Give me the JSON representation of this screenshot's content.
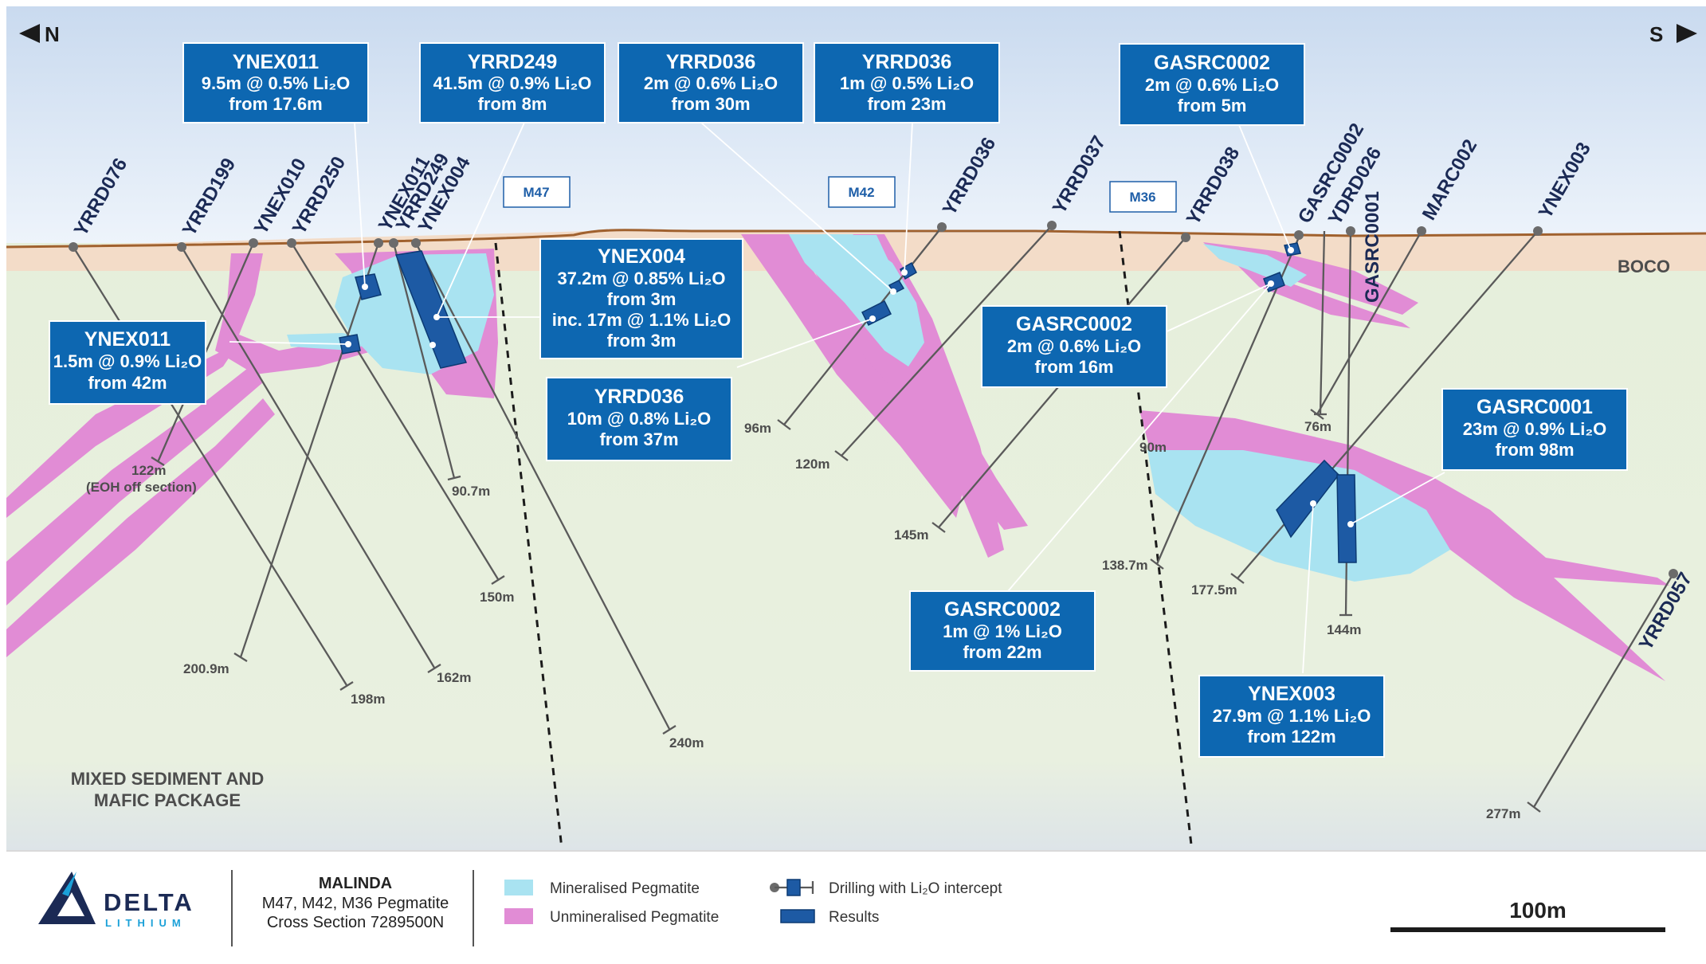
{
  "compass": {
    "north": "N",
    "south": "S"
  },
  "regolith_label": "BOCO",
  "geology_label": [
    "MIXED SEDIMENT AND",
    "MAFIC PACKAGE"
  ],
  "zone_labels": [
    "M47",
    "M42",
    "M36"
  ],
  "drill_holes": [
    {
      "name": "YRRD076"
    },
    {
      "name": "YRRD199"
    },
    {
      "name": "YNEX010"
    },
    {
      "name": "YRRD250"
    },
    {
      "name": "YNEX011"
    },
    {
      "name": "YRRD249"
    },
    {
      "name": "YNEX004"
    },
    {
      "name": "YRRD036"
    },
    {
      "name": "YRRD037"
    },
    {
      "name": "YRRD038"
    },
    {
      "name": "GASRC0002"
    },
    {
      "name": "YDRD026"
    },
    {
      "name": "GASRC0001"
    },
    {
      "name": "MARC002"
    },
    {
      "name": "YNEX003"
    },
    {
      "name": "YRRD057"
    }
  ],
  "depths": [
    "122m",
    "(EOH off section)",
    "90.7m",
    "150m",
    "200.9m",
    "162m",
    "198m",
    "240m",
    "96m",
    "120m",
    "145m",
    "90m",
    "76m",
    "138.7m",
    "177.5m",
    "144m",
    "277m"
  ],
  "callouts": [
    {
      "hole": "YNEX011",
      "lines": [
        "9.5m @ 0.5% Li₂O",
        "from 17.6m"
      ]
    },
    {
      "hole": "YRRD249",
      "lines": [
        "41.5m @ 0.9% Li₂O",
        "from 8m"
      ]
    },
    {
      "hole": "YRRD036",
      "lines": [
        "2m @ 0.6% Li₂O",
        "from 30m"
      ]
    },
    {
      "hole": "YRRD036",
      "lines": [
        "1m @ 0.5% Li₂O",
        "from 23m"
      ]
    },
    {
      "hole": "GASRC0002",
      "lines": [
        "2m @ 0.6% Li₂O",
        "from 5m"
      ]
    },
    {
      "hole": "YNEX011",
      "lines": [
        "1.5m @ 0.9% Li₂O",
        "from 42m"
      ]
    },
    {
      "hole": "YNEX004",
      "lines": [
        "37.2m @ 0.85% Li₂O",
        "from 3m",
        "inc. 17m @ 1.1% Li₂O",
        "from 3m"
      ]
    },
    {
      "hole": "YRRD036",
      "lines": [
        "10m @ 0.8% Li₂O",
        "from 37m"
      ]
    },
    {
      "hole": "GASRC0002",
      "lines": [
        "2m @ 0.6% Li₂O",
        "from 16m"
      ]
    },
    {
      "hole": "GASRC0001",
      "lines": [
        "23m @ 0.9% Li₂O",
        "from 98m"
      ]
    },
    {
      "hole": "GASRC0002",
      "lines": [
        "1m @ 1% Li₂O",
        "from 22m"
      ]
    },
    {
      "hole": "YNEX003",
      "lines": [
        "27.9m @ 1.1% Li₂O",
        "from 122m"
      ]
    }
  ],
  "legend": {
    "brand": "DELTA",
    "brand_sub": "LITHIUM",
    "project": "MALINDA",
    "subtitle": "M47, M42, M36 Pegmatite",
    "section": "Cross Section 7289500N",
    "mineralised": "Mineralised Pegmatite",
    "unmineralised": "Unmineralised Pegmatite",
    "drilling": "Drilling with Li₂O intercept",
    "results": "Results",
    "scale": "100m"
  },
  "colors": {
    "sky": "#dbe6f4",
    "ground": "#e7efdc",
    "regolith": "#f3dcc8",
    "mineralised": "#a9e3f1",
    "unmineralised": "#e18cd5",
    "callout": "#0d67b1",
    "intercept": "#1d5aa4"
  }
}
